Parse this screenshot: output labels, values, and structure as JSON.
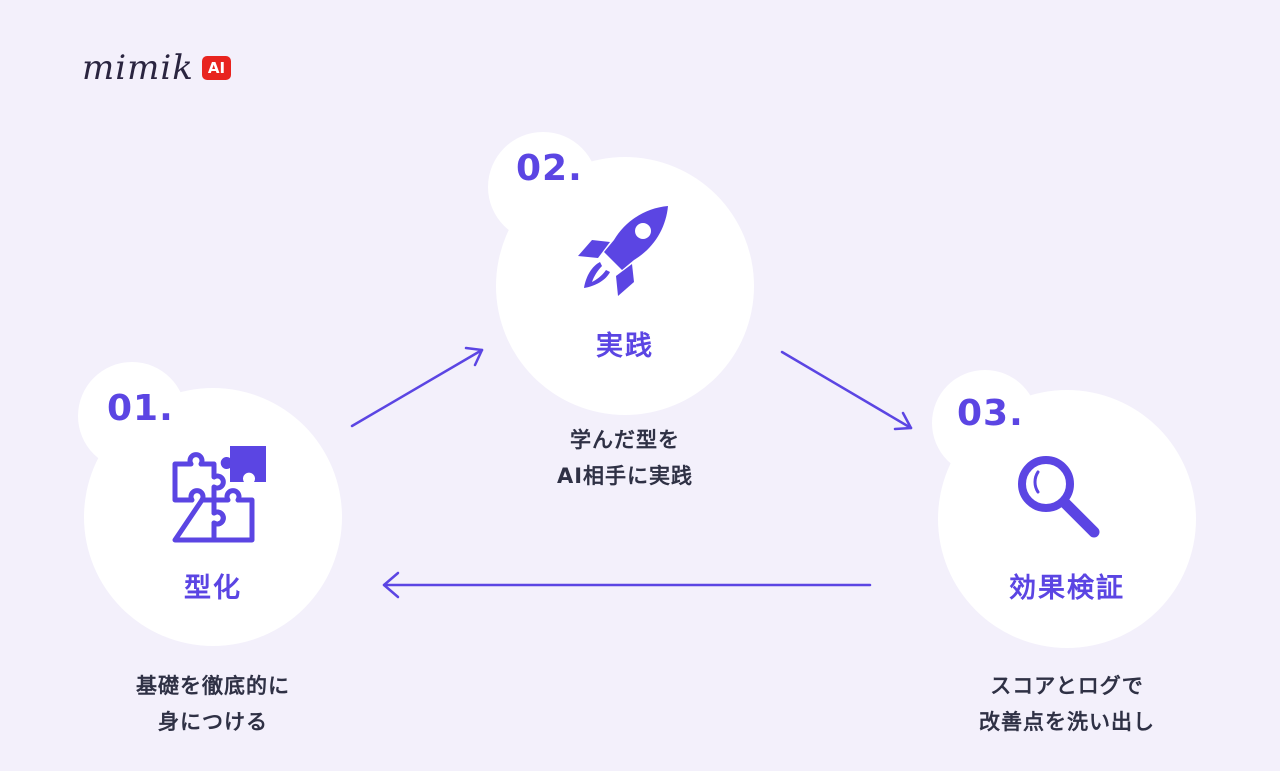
{
  "logo": {
    "wordmark": "mimik",
    "badge": "AI"
  },
  "steps": [
    {
      "number": "01.",
      "title": "型化",
      "icon": "puzzle-icon",
      "description": [
        "基礎を徹底的に",
        "身につける"
      ]
    },
    {
      "number": "02.",
      "title": "実践",
      "icon": "rocket-icon",
      "description": [
        "学んだ型を",
        "AI相手に実践"
      ]
    },
    {
      "number": "03.",
      "title": "効果検証",
      "icon": "magnifier-icon",
      "description": [
        "スコアとログで",
        "改善点を洗い出し"
      ]
    }
  ],
  "colors": {
    "accent": "#5b45e3",
    "background": "#f3f0fb",
    "text": "#2f3145",
    "badge": "#e8241f"
  }
}
